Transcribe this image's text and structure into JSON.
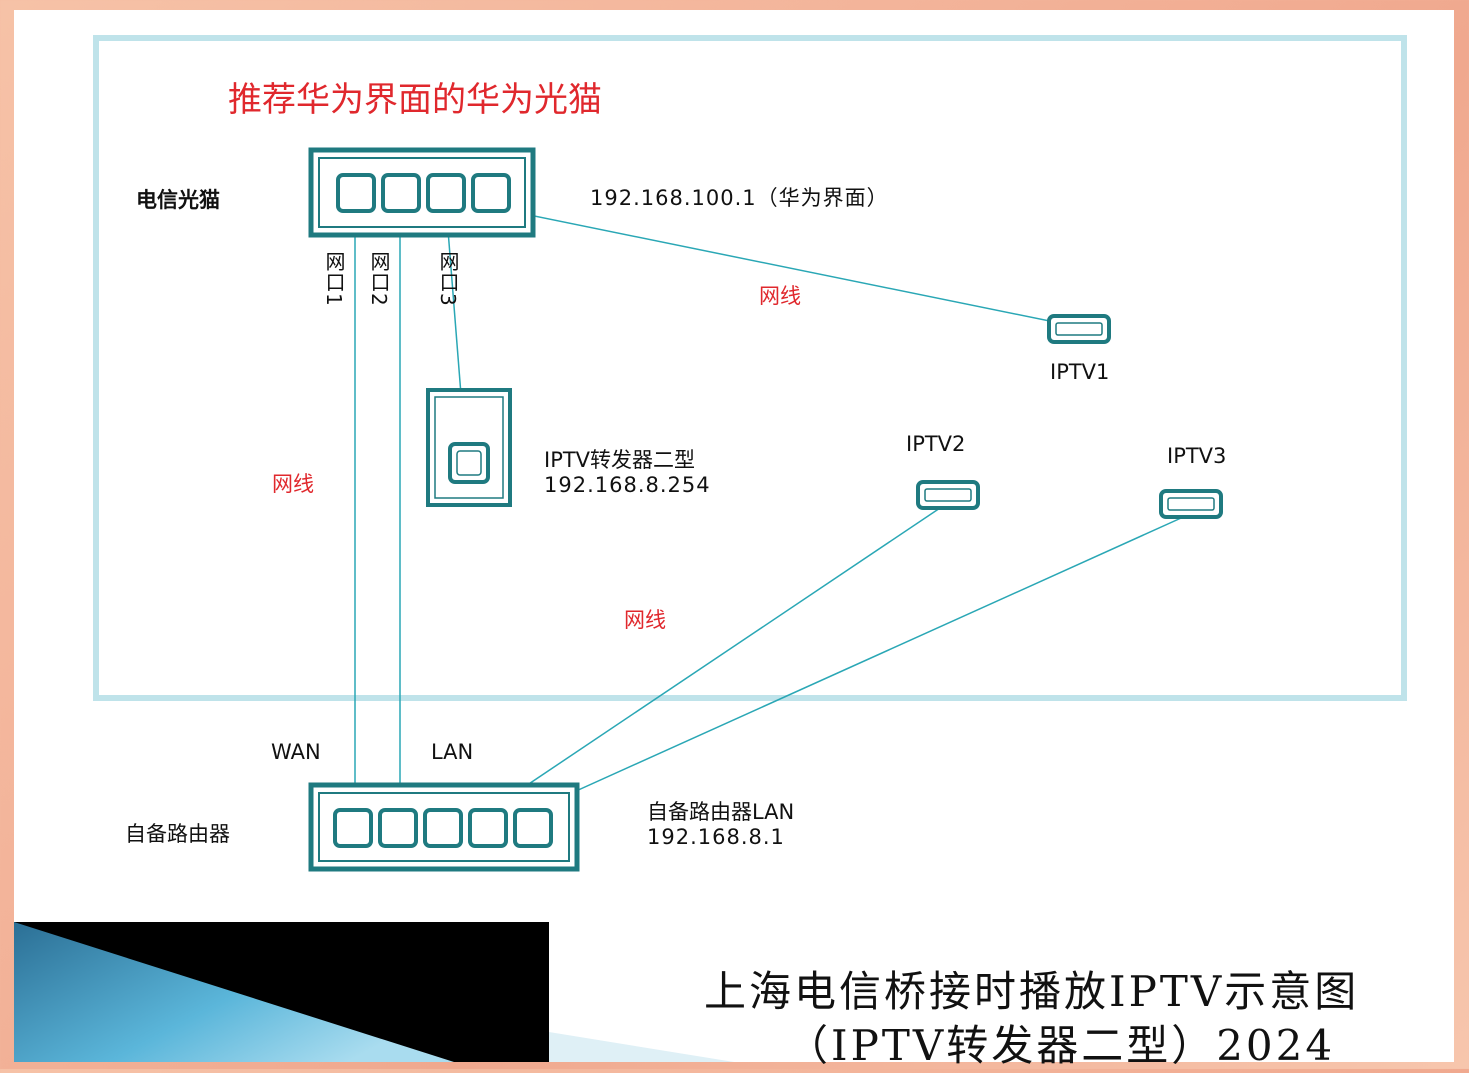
{
  "title": "推荐华为界面的华为光猫",
  "modem": {
    "label": "电信光猫",
    "ip": "192.168.100.1（华为界面）"
  },
  "ports": {
    "port1": "网口1",
    "port2": "网口2",
    "port3": "网口3"
  },
  "cable_labels": {
    "cable_iptv1": "网线",
    "cable_router": "网线",
    "cable_iptv23": "网线"
  },
  "forwarder": {
    "name": "IPTV转发器二型",
    "ip": "192.168.8.254"
  },
  "devices": {
    "iptv1": "IPTV1",
    "iptv2": "IPTV2",
    "iptv3": "IPTV3"
  },
  "router": {
    "label": "自备路由器",
    "wan_label": "WAN",
    "lan_label": "LAN",
    "lan_name": "自备路由器LAN",
    "lan_ip": "192.168.8.1"
  },
  "caption": {
    "line1": "上海电信桥接时播放IPTV示意图",
    "line2": "（IPTV转发器二型）2024"
  },
  "colors": {
    "frame": "#bfe3ea",
    "device": "#1f7a80",
    "line": "#2aa7b5",
    "accent_red": "#e0282d"
  }
}
